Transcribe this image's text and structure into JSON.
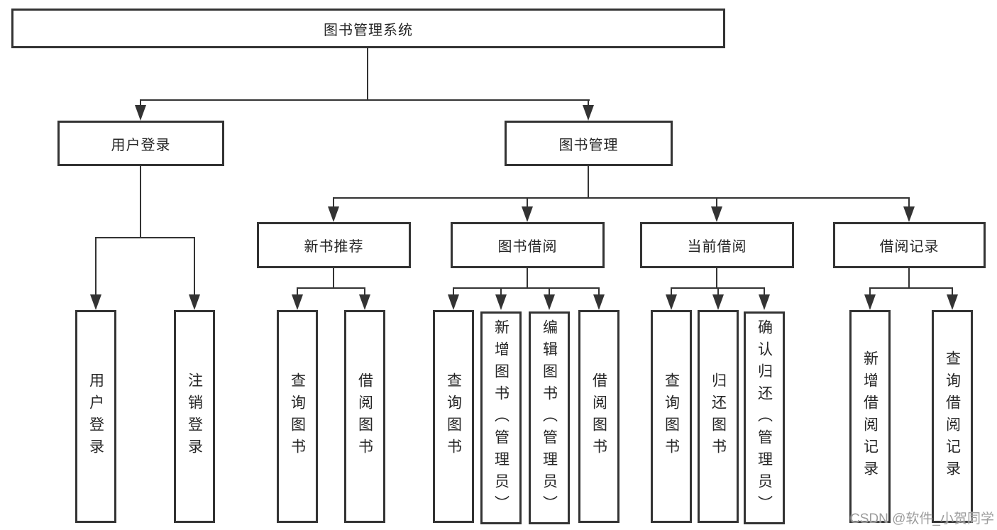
{
  "diagram": {
    "type": "hierarchy-tree",
    "root": {
      "label": "图书管理系统"
    },
    "level2": [
      {
        "label": "用户登录"
      },
      {
        "label": "图书管理"
      }
    ],
    "level3": [
      {
        "label": "新书推荐"
      },
      {
        "label": "图书借阅"
      },
      {
        "label": "当前借阅"
      },
      {
        "label": "借阅记录"
      }
    ],
    "leaves": {
      "user": [
        "用户登录",
        "注销登录"
      ],
      "new_books": [
        "查询图书",
        "借阅图书"
      ],
      "book_borrow": [
        "查询图书",
        "新增图书（管理员）",
        "编辑图书（管理员）",
        "借阅图书"
      ],
      "current_borrow": [
        "查询图书",
        "归还图书",
        "确认归还（管理员）"
      ],
      "borrow_records": [
        "新增借阅记录",
        "查询借阅记录"
      ]
    }
  },
  "colors": {
    "line": "#333333",
    "box_background": "#ffffff",
    "text": "#262626",
    "watermark": "#9c9c9c"
  },
  "watermark": {
    "text": "CSDN @软件_小贺同学"
  }
}
